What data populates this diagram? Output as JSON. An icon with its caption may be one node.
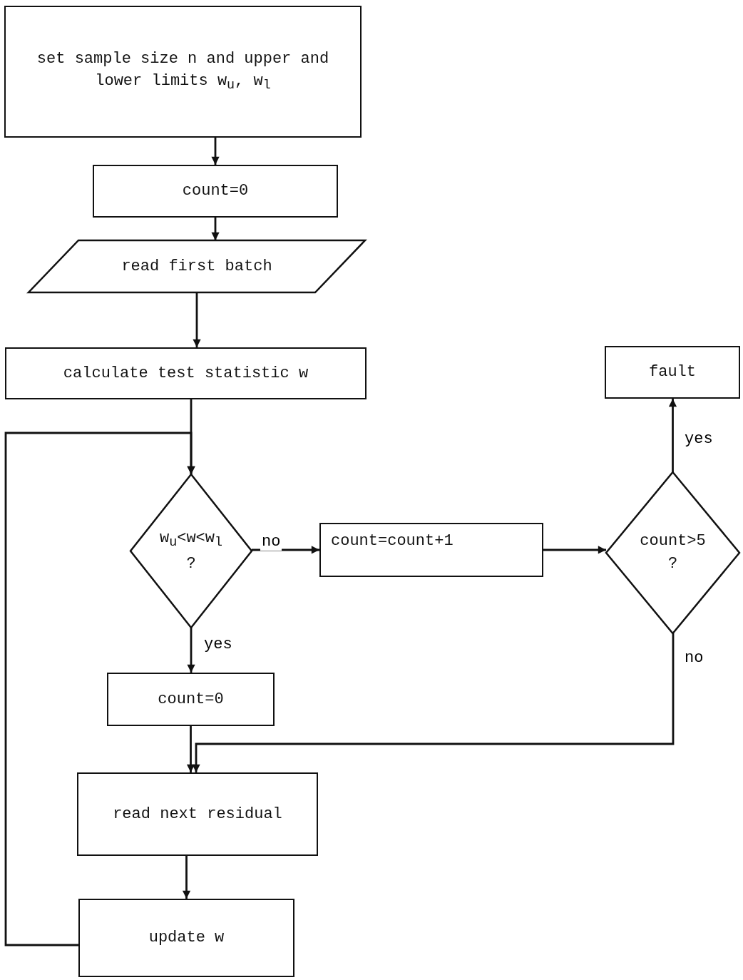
{
  "diagram": {
    "nodes": [
      {
        "text": [
          "set sample size n and upper and lower limits w$_{u}$, w$_{l}$"
        ]
      },
      {
        "text": [
          "count=0"
        ]
      },
      {
        "text": [
          "read first batch"
        ]
      },
      {
        "text": [
          "calculate test statistic w"
        ]
      },
      {
        "text": [
          "w$_{u}$<w<w$_{l}$",
          "?"
        ]
      },
      {
        "text": [
          "count=count+1"
        ]
      },
      {
        "text": [
          "count>5",
          "?"
        ]
      },
      {
        "text": [
          "fault"
        ]
      },
      {
        "text": [
          "count=0"
        ]
      },
      {
        "text": [
          "read next residual"
        ]
      },
      {
        "text": [
          "update w"
        ]
      }
    ],
    "edges": [
      {
        "from": 0,
        "to": 1,
        "arrow": "to"
      },
      {
        "from": 1,
        "to": 2,
        "arrow": "to"
      },
      {
        "from": 2,
        "to": 3,
        "arrow": "to"
      },
      {
        "from": 3,
        "to": 4,
        "arrow": "to"
      },
      {
        "from": 4,
        "to": 5,
        "arrow": "to",
        "label": "no"
      },
      {
        "from": 5,
        "to": 6,
        "arrow": "to"
      },
      {
        "from": 6,
        "to": 7,
        "arrow": "to",
        "label": "yes"
      },
      {
        "from": 4,
        "to": 8,
        "arrow": "to",
        "label": "yes"
      },
      {
        "from": 8,
        "to": 9,
        "arrow": "to"
      },
      {
        "from": 6,
        "to": 9,
        "arrow": "to",
        "label": "no"
      },
      {
        "from": 9,
        "to": 10,
        "arrow": "to"
      },
      {
        "from": 10,
        "to": 4,
        "arrow": "to"
      }
    ]
  }
}
